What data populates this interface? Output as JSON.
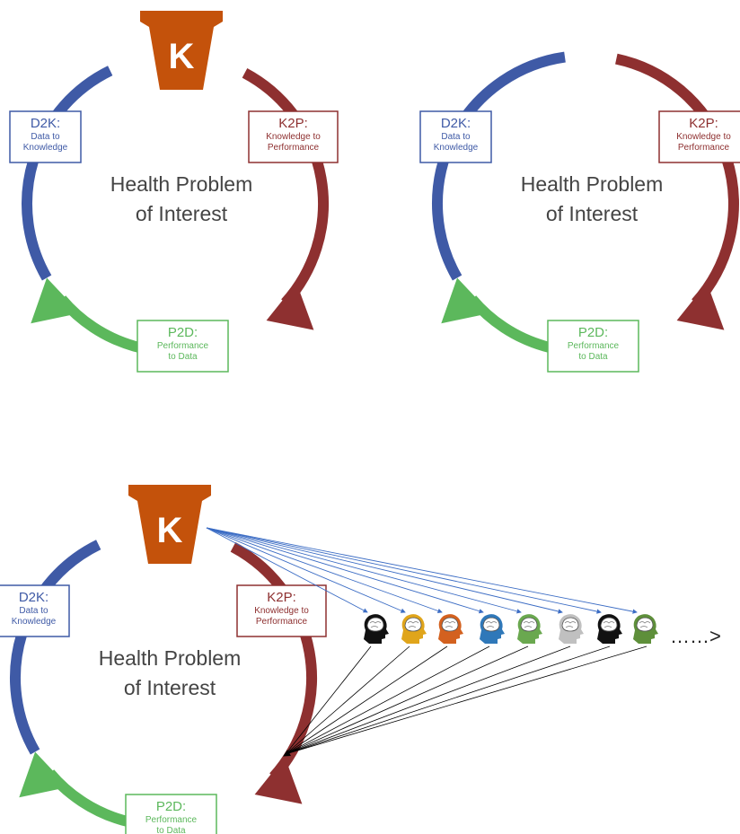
{
  "colors": {
    "d2k": "#3f5aa6",
    "k2p": "#8e3030",
    "p2d": "#5cb85c",
    "keystone": "#c4520b",
    "center_text": "#444444"
  },
  "keystone_letter": "K",
  "center_line1": "Health Problem",
  "center_line2": "of Interest",
  "d2k": {
    "title": "D2K:",
    "line1": "Data to",
    "line2": "Knowledge"
  },
  "k2p": {
    "title": "K2P:",
    "line1": "Knowledge to",
    "line2": "Performance"
  },
  "p2d": {
    "title": "P2D:",
    "line1": "Performance",
    "line2": "to Data"
  },
  "diagrams": [
    {
      "name": "cycle-with-keystone",
      "has_keystone": true
    },
    {
      "name": "cycle-without-keystone",
      "has_keystone": false
    },
    {
      "name": "cycle-with-knowledge-distribution",
      "has_keystone": true
    }
  ],
  "heads": [
    {
      "color": "#111111",
      "icon": "head-brain-icon"
    },
    {
      "color": "#e0a51b",
      "icon": "head-brain-icon"
    },
    {
      "color": "#d3611f",
      "icon": "head-brain-icon"
    },
    {
      "color": "#2f78b9",
      "icon": "head-brain-icon"
    },
    {
      "color": "#6aa84f",
      "icon": "head-brain-icon"
    },
    {
      "color": "#c0c0c0",
      "icon": "head-brain-icon"
    },
    {
      "color": "#111111",
      "icon": "head-brain-icon"
    },
    {
      "color": "#5e8f3a",
      "icon": "head-brain-icon"
    }
  ],
  "continuation_symbol": "……>"
}
